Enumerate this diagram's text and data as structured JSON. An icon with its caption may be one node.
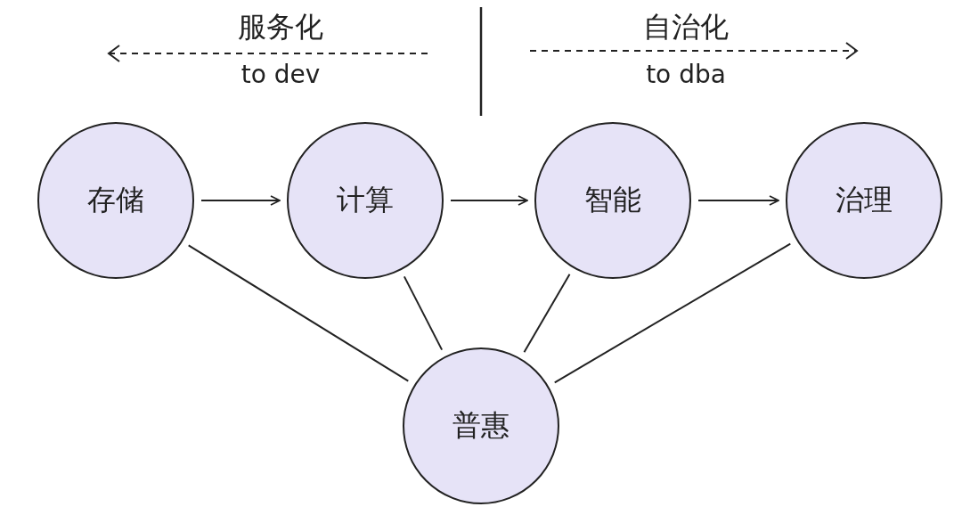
{
  "diagram": {
    "nodes": [
      {
        "text": [
          "存储"
        ]
      },
      {
        "text": [
          "计算"
        ]
      },
      {
        "text": [
          "智能"
        ]
      },
      {
        "text": [
          "治理"
        ]
      },
      {
        "text": [
          "普惠"
        ]
      }
    ],
    "edges": [
      {
        "from": 0,
        "to": 1,
        "arrow": "to"
      },
      {
        "from": 1,
        "to": 2,
        "arrow": "to"
      },
      {
        "from": 2,
        "to": 3,
        "arrow": "to"
      },
      {
        "from": 4,
        "to": 0,
        "arrow": "none"
      },
      {
        "from": 4,
        "to": 1,
        "arrow": "none"
      },
      {
        "from": 4,
        "to": 2,
        "arrow": "none"
      },
      {
        "from": 4,
        "to": 3,
        "arrow": "none"
      }
    ],
    "labels": [
      "服务化",
      "自治化",
      "to dev",
      "to dba"
    ]
  }
}
